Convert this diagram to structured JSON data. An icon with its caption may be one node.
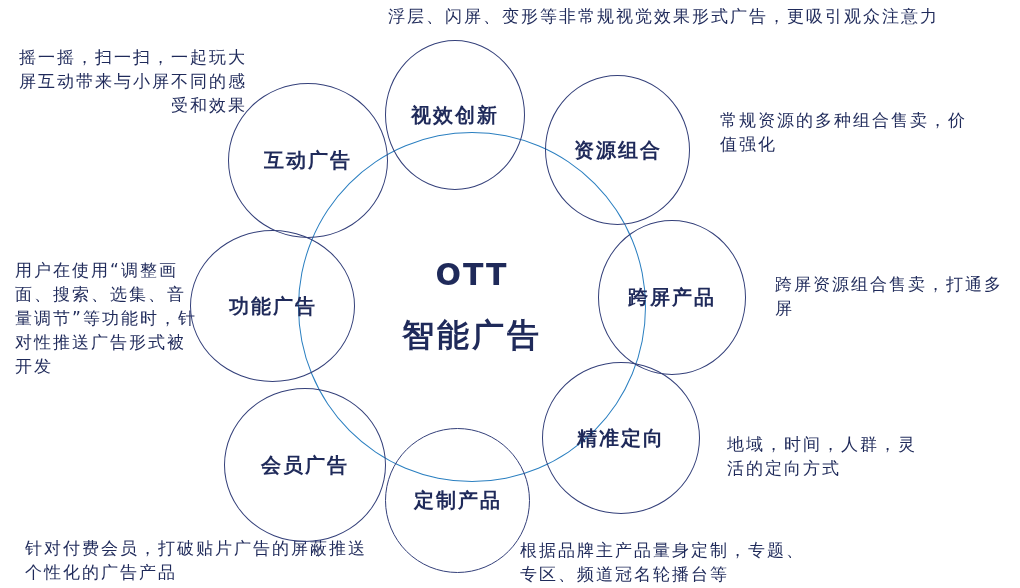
{
  "diagram": {
    "nodes": [
      {
        "text": [
          "OTT",
          "智能广告"
        ]
      },
      {
        "text": [
          "视效创新"
        ],
        "beside": [
          "浮层、闪屏、变形等非常规视觉效果形式广告，更吸引观众注意力"
        ]
      },
      {
        "text": [
          "资源组合"
        ],
        "beside": [
          "常规资源的多种组合售卖，价值强化"
        ]
      },
      {
        "text": [
          "跨屏产品"
        ],
        "beside": [
          "跨屏资源组合售卖，打通多屏"
        ]
      },
      {
        "text": [
          "精准定向"
        ],
        "beside": [
          "地域，时间，人群，灵活的定向方式"
        ]
      },
      {
        "text": [
          "定制产品"
        ],
        "beside": [
          "根据品牌主产品量身定制，专题、专区、频道冠名轮播台等"
        ]
      },
      {
        "text": [
          "会员广告"
        ],
        "beside": [
          "针对付费会员，打破贴片广告的屏蔽推送个性化的广告产品"
        ]
      },
      {
        "text": [
          "功能广告"
        ],
        "beside": [
          "用户在使用“调整画面、搜索、选集、音量调节”等功能时，针对性推送广告形式被开发"
        ]
      },
      {
        "text": [
          "互动广告"
        ],
        "beside": [
          "摇一摇，扫一扫，一起玩大屏互动带来与小屏不同的感受和效果"
        ]
      }
    ]
  }
}
